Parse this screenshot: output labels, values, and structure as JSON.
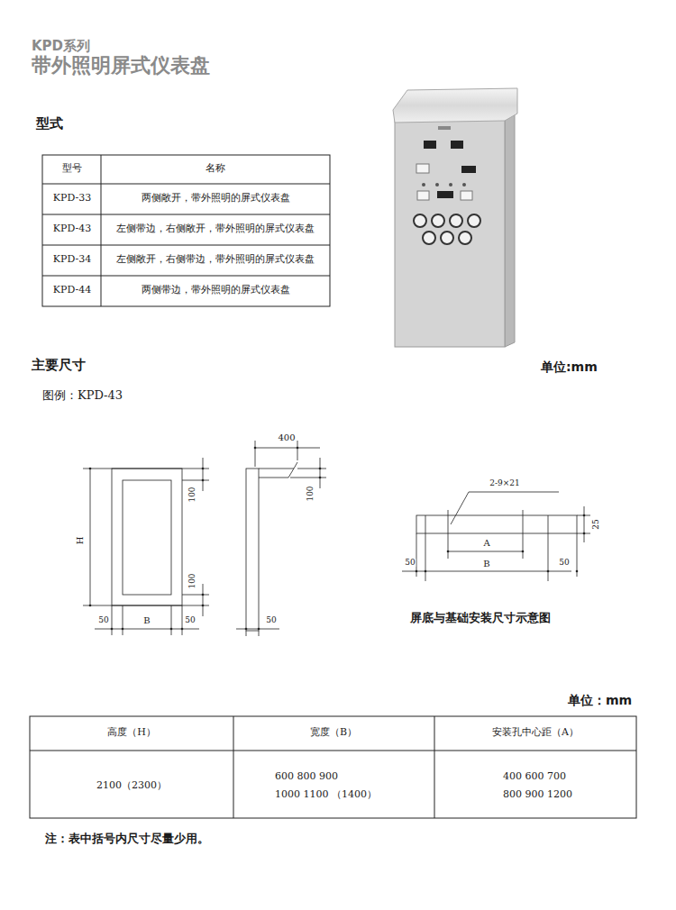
{
  "diagram": {
    "title": "带外照明屏式仪表盘",
    "labels": [
      "KPD系列",
      "型式",
      "型号",
      "名称",
      "KPD-33",
      "两侧敞开，带外照明的屏式仪表盘",
      "KPD-43",
      "左侧带边，右侧敞开，带外照明的屏式仪表盘",
      "KPD-34",
      "左侧敞开，右侧带边，带外照明的屏式仪表盘",
      "KPD-44",
      "两侧带边，带外照明的屏式仪表盘",
      "主要尺寸",
      "单位:mm",
      "图例：KPD-43",
      "400",
      "100",
      "100",
      "H",
      "100",
      "50",
      "B",
      "50",
      "50",
      "2-9×21",
      "25",
      "A",
      "50",
      "B",
      "50",
      "屏底与基础安装尺寸示意图",
      "单位：mm",
      "高度（H）",
      "宽度（B）",
      "安装孔中心距（A）",
      "2100（2300）",
      "600 800 900",
      "1000 1100 （1400）",
      "400 600 700",
      "800 900 1200",
      "注：表中括号内尺寸尽量少用。"
    ]
  }
}
